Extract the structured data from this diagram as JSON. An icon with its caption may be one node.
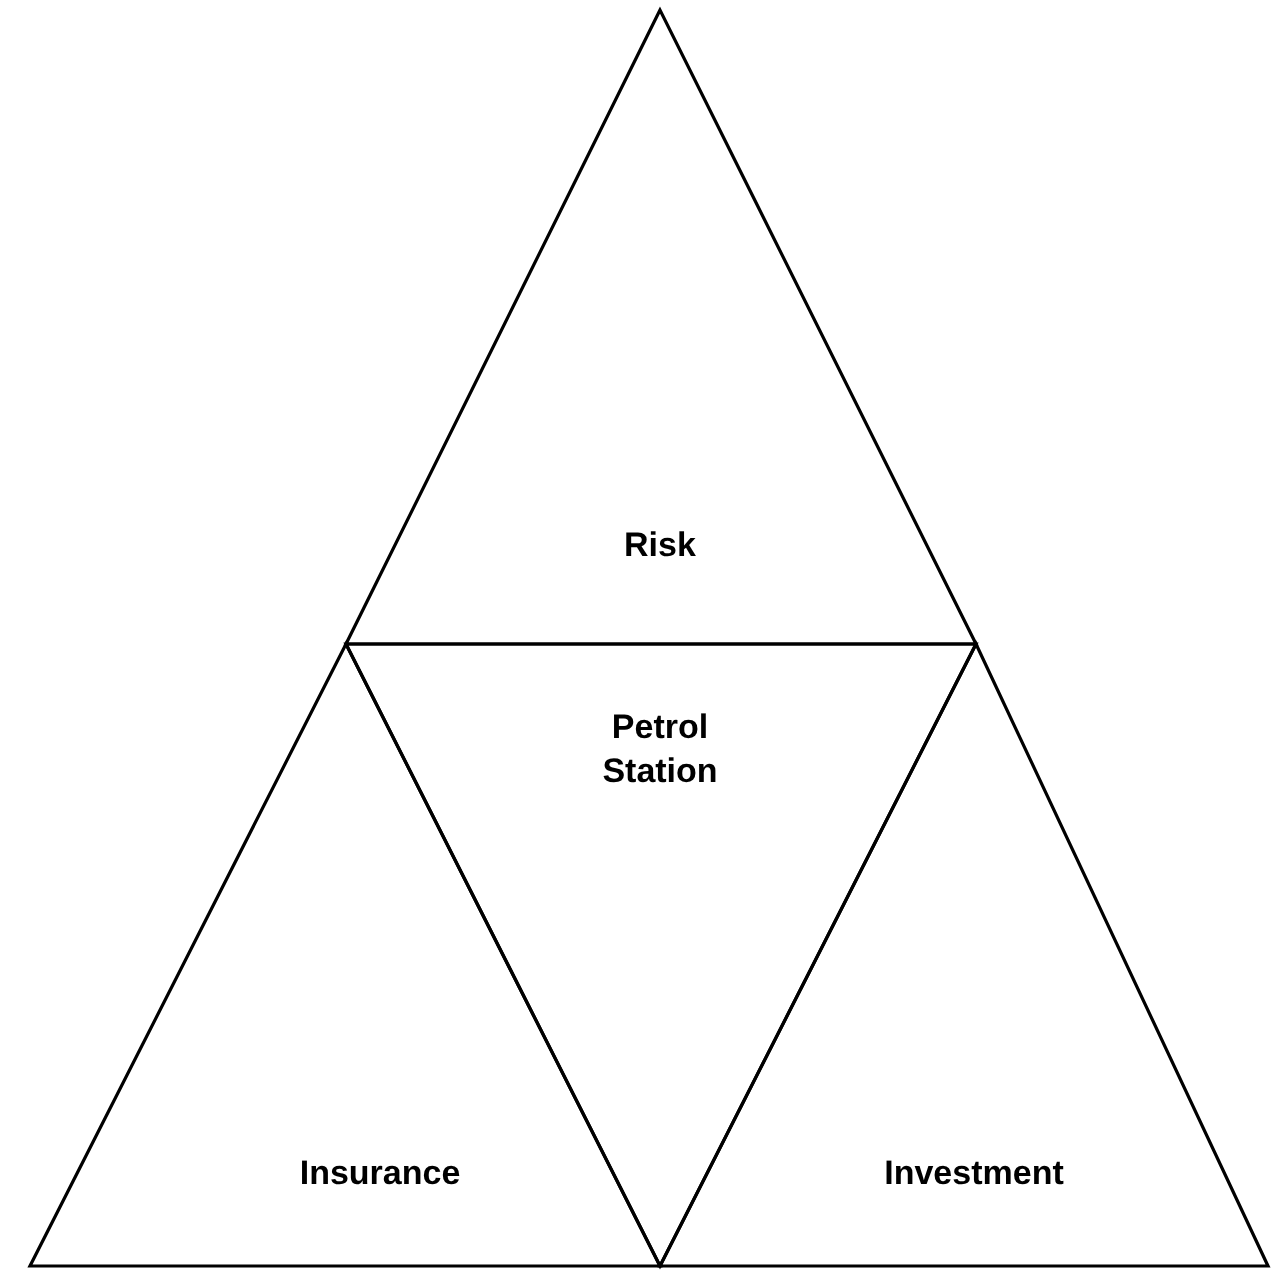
{
  "diagram": {
    "nodes": [
      {
        "text": [
          "Risk"
        ]
      },
      {
        "text": [
          "Petrol Station"
        ]
      },
      {
        "text": [
          "Insurance"
        ]
      },
      {
        "text": [
          "Investment"
        ]
      }
    ]
  }
}
